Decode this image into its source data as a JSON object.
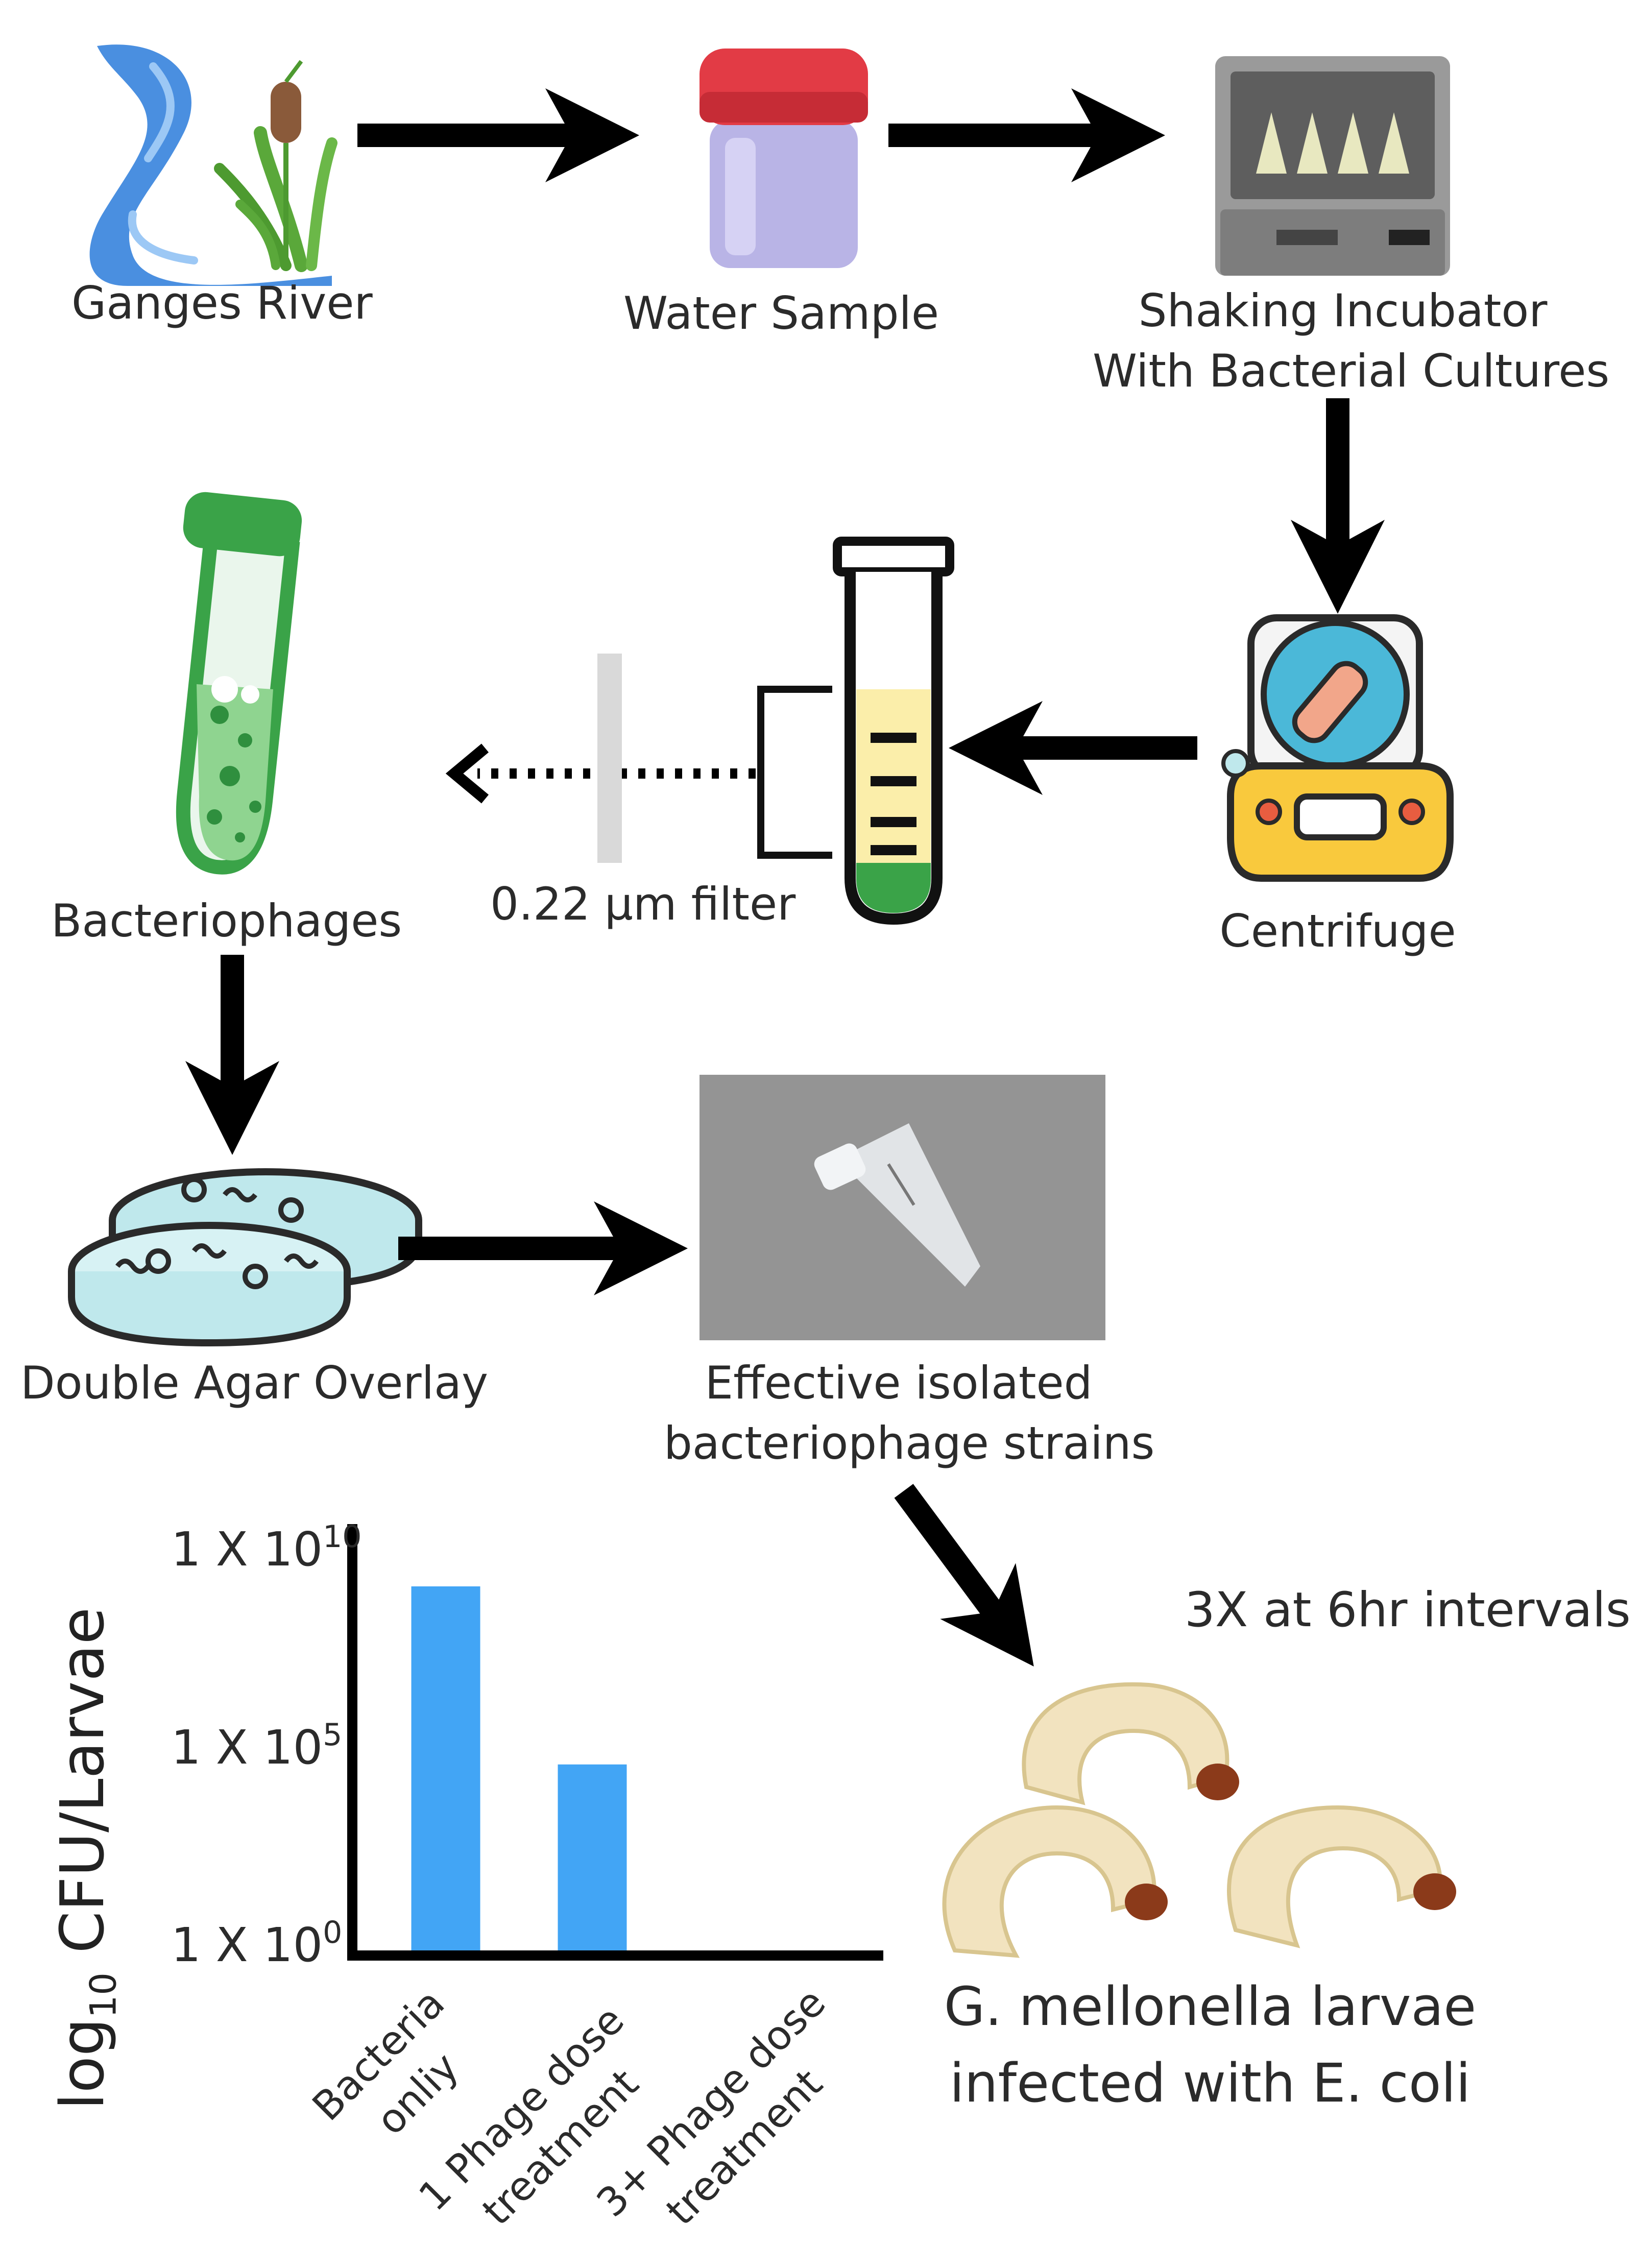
{
  "steps": {
    "ganges": {
      "label": "Ganges River"
    },
    "water": {
      "label": "Water Sample"
    },
    "incubator": {
      "label_line1": "Shaking Incubator",
      "label_line2": "With Bacterial Cultures"
    },
    "centrifuge": {
      "label": "Centrifuge"
    },
    "filter": {
      "label": "0.22 μm filter"
    },
    "phages": {
      "label": "Bacteriophages"
    },
    "overlay": {
      "label": "Double Agar Overlay"
    },
    "isolated": {
      "label_line1": "Effective isolated",
      "label_line2": "bacteriophage strains"
    },
    "larvae": {
      "label_line1": "G. mellonella larvae",
      "label_line2": "infected with E. coli"
    },
    "dosing": {
      "label": "3X at 6hr intervals"
    }
  },
  "chart_data": {
    "type": "bar",
    "scale": "log10",
    "ylabel_main": "log",
    "ylabel_sub": "10",
    "ylabel_rest": " CFU/Larvae",
    "yticks": [
      {
        "base": "1 X 10",
        "exp": "10",
        "value": 10
      },
      {
        "base": "1 X 10",
        "exp": "5",
        "value": 5
      },
      {
        "base": "1 X 10",
        "exp": "0",
        "value": 0
      }
    ],
    "ylim": [
      0,
      10
    ],
    "categories": [
      {
        "line1": "Bacteria",
        "line2": "onliy"
      },
      {
        "line1": "1 Phage dose",
        "line2": "treatment"
      },
      {
        "line1": "3+ Phage dose",
        "line2": "treatment"
      }
    ],
    "values": [
      9.2,
      4.7,
      0
    ],
    "bar_color": "#42a5f5"
  },
  "colors": {
    "arrow": "#000000",
    "river": "#4a8fe0",
    "grass": "#5aa83a",
    "cap_red": "#e23b45",
    "jar": "#b9b4e6",
    "tube_green": "#3aa348",
    "agar": "#bfe8ec",
    "larva": "#f2e3bf",
    "larva_head": "#8b3a1a"
  }
}
